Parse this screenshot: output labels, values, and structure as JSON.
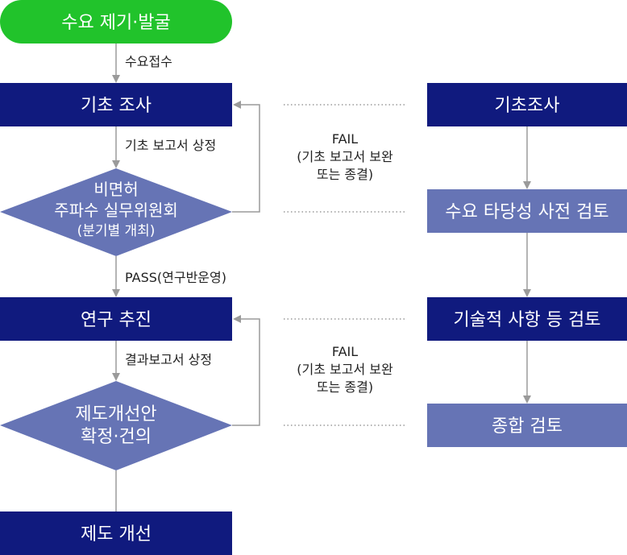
{
  "colors": {
    "start": "#21c32b",
    "process": "#101a7e",
    "decision": "#6674b5",
    "review_light": "#6674b5",
    "line": "#9a9a9a",
    "text_on_dark": "#ffffff",
    "text": "#222222"
  },
  "left_flow": {
    "start": "수요 제기·발굴",
    "edge_intake": "수요접수",
    "basic_survey": "기초 조사",
    "edge_report": "기초 보고서 상정",
    "committee": [
      "비면허",
      "주파수 실무위원회",
      "(분기별 개최)"
    ],
    "edge_pass": "PASS(연구반운영)",
    "research": "연구 추진",
    "edge_result": "결과보고서 상정",
    "decision": [
      "제도개선안",
      "확정·건의"
    ],
    "final": "제도 개선"
  },
  "fail_labels": [
    [
      "FAIL",
      "(기초 보고서 보완",
      "또는 종결)"
    ],
    [
      "FAIL",
      "(기초 보고서 보완",
      "또는 종결)"
    ]
  ],
  "right_flow": {
    "step1": "기초조사",
    "step2": "수요 타당성 사전 검토",
    "step3": "기술적 사항 등 검토",
    "step4": "종합 검토"
  }
}
